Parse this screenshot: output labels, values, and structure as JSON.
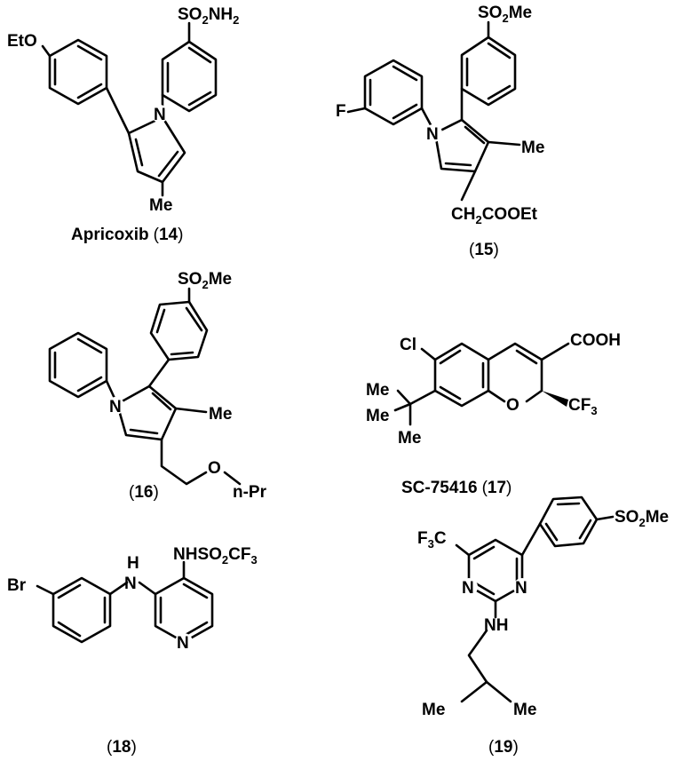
{
  "compounds": {
    "c14": {
      "name": "Apricoxib",
      "number": "14",
      "labels": {
        "ethoxy": "EtO",
        "sulfonamide": "SO2NH2",
        "nitrogen": "N",
        "methyl": "Me"
      }
    },
    "c15": {
      "number": "15",
      "labels": {
        "fluoro": "F",
        "nitrogen": "N",
        "sulfone": "SO2Me",
        "methyl": "Me",
        "ester": "CH2COOEt"
      }
    },
    "c16": {
      "number": "16",
      "labels": {
        "sulfone": "SO2Me",
        "nitrogen": "N",
        "methyl": "Me",
        "oxygen": "O",
        "propyl": "n-Pr"
      }
    },
    "c17": {
      "name": "SC-75416",
      "number": "17",
      "labels": {
        "chloro": "Cl",
        "acid": "COOH",
        "methyl_a": "Me",
        "methyl_b": "Me",
        "methyl_c": "Me",
        "oxygen": "O",
        "trifluoromethyl": "CF3"
      }
    },
    "c18": {
      "number": "18",
      "labels": {
        "bromo": "Br",
        "amine_h": "H",
        "amine_n": "N",
        "triflamide": "NHSO2CF3",
        "pyridine_n": "N"
      }
    },
    "c19": {
      "number": "19",
      "labels": {
        "trifluoromethyl": "F3C",
        "sulfone": "SO2Me",
        "ring_n_a": "N",
        "ring_n_b": "N",
        "amine": "NH",
        "methyl_a": "Me",
        "methyl_b": "Me"
      }
    }
  }
}
